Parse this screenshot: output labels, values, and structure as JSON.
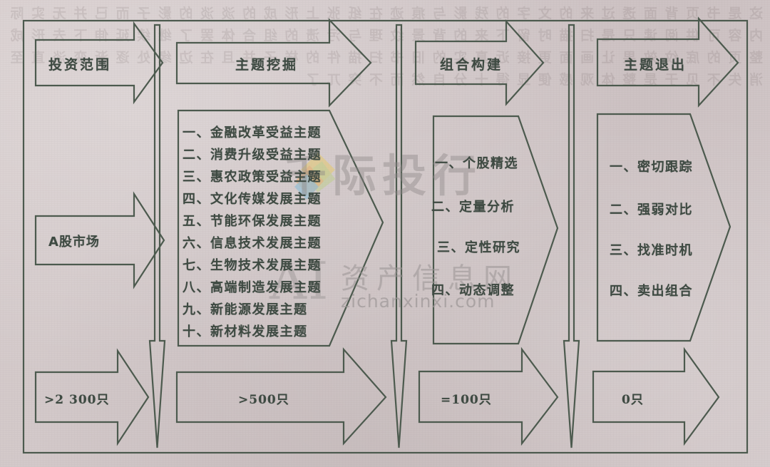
{
  "page": {
    "background_color": "#cfc5c5",
    "line_color": "#4c5a4e",
    "text_color": "#3e4a42",
    "bleed_text": "这 是 书 页 背 面 透 过 来 的 文 字 的 残 影 与 痕 迹 在 纸 张 上 形 成 的 淡 淡 的 影 子 而 已 并 无 实 际 内 容 可 供 阅 读 只 是 扫 描 时 留 下 来 的 背 景 纹 理 与 污 渍 的 组 合 体 罢 了 继 续 延 伸 下 去 形 成 整 页 的 底 纹 效 果 让 画 面 更 接 近 真 实 的 旧 书 扫 描 件 的 样 子 并 且 在 边 缘 处 逐 渐 变 淡 直 至 消 失 不 见 于 是 整 体 观 感 便 显 得 十 分 自 然 而 不 突 兀 了"
  },
  "columns": [
    {
      "id": "col-1",
      "header": "投资范围",
      "middle": "A股市场",
      "count": ">2 300只",
      "items": []
    },
    {
      "id": "col-2",
      "header": "主题挖掘",
      "middle": null,
      "count": ">500只",
      "items": [
        "一、金融改革受益主题",
        "二、消费升级受益主题",
        "三、惠农政策受益主题",
        "四、文化传媒发展主题",
        "五、节能环保发展主题",
        "六、信息技术发展主题",
        "七、生物技术发展主题",
        "八、高端制造发展主题",
        "九、新能源发展主题",
        "十、新材料发展主题"
      ]
    },
    {
      "id": "col-3",
      "header": "组合构建",
      "middle": null,
      "count": "=100只",
      "items": [
        "一、个股精选",
        "二、定量分析",
        "三、定性研究",
        "四、动态调整"
      ]
    },
    {
      "id": "col-4",
      "header": "主题退出",
      "middle": null,
      "count": "0只",
      "items": [
        "一、密切跟踪",
        "二、强弱对比",
        "三、找准时机",
        "四、卖出组合"
      ]
    }
  ],
  "watermark": {
    "brand": "千际投行",
    "site_name": "资产信息网",
    "site_domain": "zichanxinxi.com",
    "ai_mark": "AI",
    "logo_colors": [
      "#e8a45c",
      "#b9cf7e",
      "#6fb7d8",
      "#e8c95c"
    ]
  }
}
